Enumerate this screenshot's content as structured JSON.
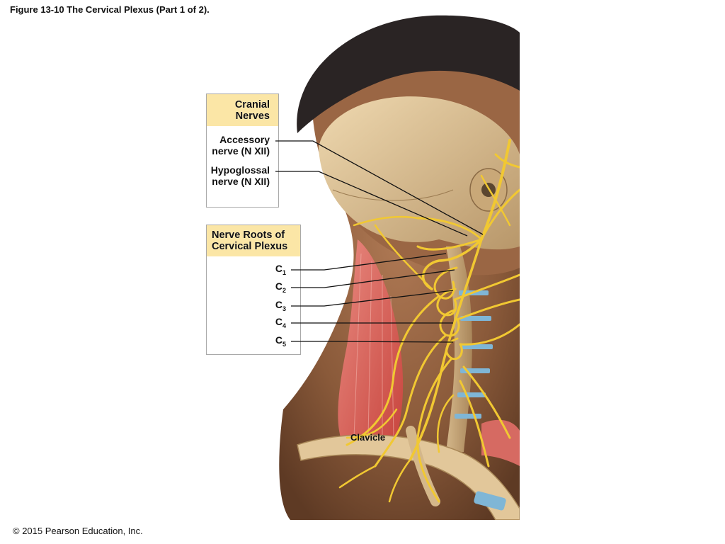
{
  "figure_title": "Figure 13-10 The Cervical Plexus (Part 1 of 2).",
  "copyright": "© 2015 Pearson Education, Inc.",
  "cranial_box": {
    "header_line1": "Cranial",
    "header_line2": "Nerves",
    "labels": [
      {
        "line1": "Accessory",
        "line2": "nerve (N XII)"
      },
      {
        "line1": "Hypoglossal",
        "line2": "nerve (N XII)"
      }
    ]
  },
  "roots_box": {
    "header_line1": "Nerve Roots of",
    "header_line2": "Cervical Plexus",
    "roots": [
      {
        "base": "C",
        "sub": "1"
      },
      {
        "base": "C",
        "sub": "2"
      },
      {
        "base": "C",
        "sub": "3"
      },
      {
        "base": "C",
        "sub": "4"
      },
      {
        "base": "C",
        "sub": "5"
      }
    ]
  },
  "clavicle_label": "Clavicle",
  "colors": {
    "skin": "#8a5a3a",
    "skull": "#d9bc8c",
    "hair": "#2a2424",
    "nerve": "#f1c832",
    "muscle": "#d8564e",
    "disc": "#7fb6d6",
    "header_fill": "#fbe6a6"
  }
}
